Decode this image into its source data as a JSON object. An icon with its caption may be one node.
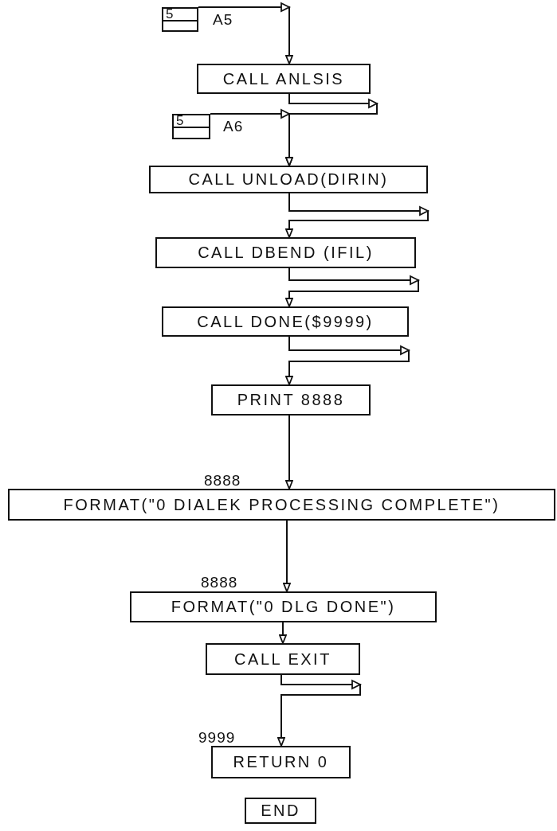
{
  "diagram": {
    "nodes": [
      {
        "text": [
          "5"
        ],
        "beside": [
          "A5"
        ]
      },
      {
        "text": [
          "CALL ANLSIS"
        ]
      },
      {
        "text": [
          "5"
        ],
        "beside": [
          "A6"
        ]
      },
      {
        "text": [
          "CALL UNLOAD(DIRIN)"
        ]
      },
      {
        "text": [
          "CALL DBEND (IFIL)"
        ]
      },
      {
        "text": [
          "CALL DONE($9999)"
        ]
      },
      {
        "text": [
          "PRINT 8888"
        ]
      },
      {
        "text": [
          "FORMAT(\"0 DIALEK PROCESSING COMPLETE\")"
        ],
        "beside": [
          "8888"
        ]
      },
      {
        "text": [
          "FORMAT(\"0 DLG DONE\")"
        ],
        "beside": [
          "8888"
        ]
      },
      {
        "text": [
          "CALL EXIT"
        ]
      },
      {
        "text": [
          "RETURN 0"
        ],
        "beside": [
          "9999"
        ]
      },
      {
        "text": [
          "END"
        ]
      }
    ],
    "edges": [
      {
        "from": 0,
        "to": 1,
        "arrow": "to"
      },
      {
        "from": 1,
        "to": 3,
        "arrow": "to"
      },
      {
        "from": 2,
        "to": 3,
        "arrow": "to"
      },
      {
        "from": 3,
        "to": 4,
        "arrow": "to"
      },
      {
        "from": 4,
        "to": 5,
        "arrow": "to"
      },
      {
        "from": 5,
        "to": 6,
        "arrow": "to"
      },
      {
        "from": 6,
        "to": 7,
        "arrow": "to"
      },
      {
        "from": 7,
        "to": 8,
        "arrow": "to"
      },
      {
        "from": 8,
        "to": 9,
        "arrow": "to"
      },
      {
        "from": 9,
        "to": 10,
        "arrow": "to"
      }
    ]
  }
}
